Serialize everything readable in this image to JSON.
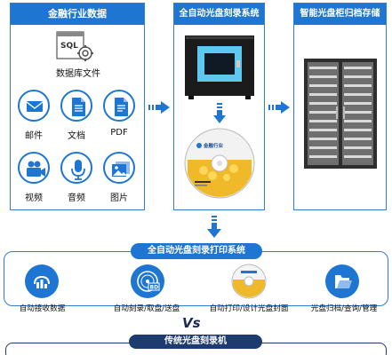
{
  "panels": {
    "data": {
      "title": "金融行业数据"
    },
    "system": {
      "title": "全自动光盘刻录系统"
    },
    "storage": {
      "title": "智能光盘柜归档存储"
    }
  },
  "sources": {
    "database": {
      "label": "数据库文件",
      "icon": "sql-database-icon",
      "icon_text": "SQL"
    },
    "items": [
      {
        "label": "邮件",
        "icon": "mail-icon"
      },
      {
        "label": "文档",
        "icon": "document-icon"
      },
      {
        "label": "PDF",
        "icon": "pdf-icon"
      },
      {
        "label": "视频",
        "icon": "video-camera-icon"
      },
      {
        "label": "音频",
        "icon": "microphone-icon"
      },
      {
        "label": "图片",
        "icon": "picture-icon"
      }
    ]
  },
  "disc": {
    "brand": "金融行业"
  },
  "print_system": {
    "title": "全自动光盘刻录打印系统",
    "steps": [
      {
        "label": "自动接收数据",
        "icon": "chart-icon"
      },
      {
        "label": "自动刻录/取盘/送盘",
        "icon": "disc-bd-icon"
      },
      {
        "label": "自动打印/设计光盘封面",
        "icon": "printed-disc-icon"
      },
      {
        "label": "光盘归档/查询/管理",
        "icon": "folder-icon"
      }
    ]
  },
  "vs_text": "Vs",
  "traditional": {
    "title": "传统光盘刻录机"
  },
  "colors": {
    "accent": "#1f76d2",
    "dark": "#1e3b6f"
  }
}
